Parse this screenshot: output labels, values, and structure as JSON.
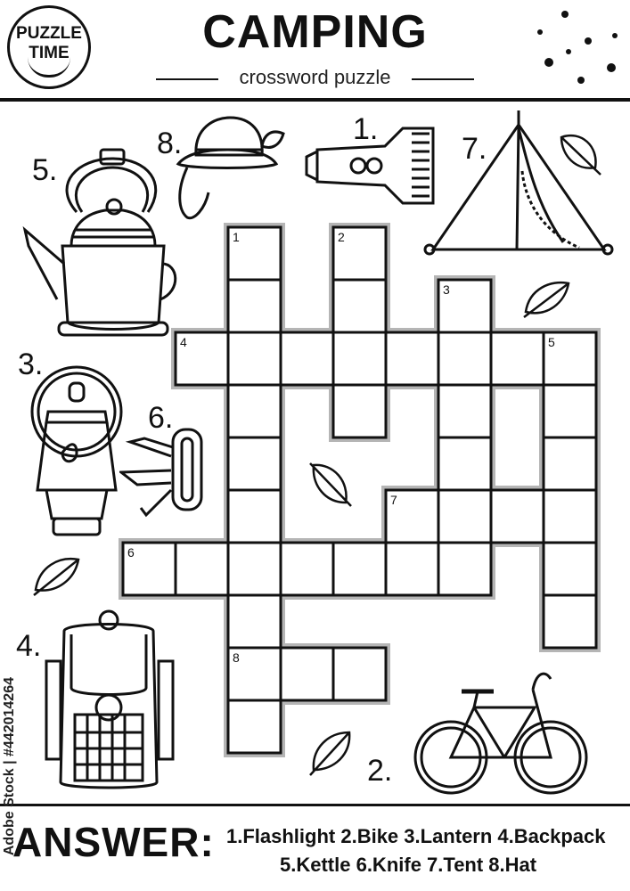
{
  "badge": {
    "line1": "PUZZLE",
    "line2": "TIME"
  },
  "header": {
    "title": "CAMPING",
    "subtitle": "crossword puzzle"
  },
  "clue_numbers": {
    "n1": "1.",
    "n2": "2.",
    "n3": "3.",
    "n4": "4.",
    "n5": "5.",
    "n6": "6.",
    "n7": "7.",
    "n8": "8."
  },
  "grid_numbers": [
    "1",
    "2",
    "3",
    "4",
    "5",
    "6",
    "7",
    "8"
  ],
  "answer": {
    "label": "ANSWER:",
    "line1": "1.Flashlight 2.Bike 3.Lantern 4.Backpack",
    "line2": "5.Kettle 6.Knife 7.Tent 8.Hat"
  },
  "watermark": "Adobe Stock | #442014264",
  "icons": [
    "kettle-icon",
    "hat-icon",
    "flashlight-icon",
    "tent-icon",
    "lantern-icon",
    "knife-icon",
    "backpack-icon",
    "bike-icon",
    "leaf-icon"
  ]
}
